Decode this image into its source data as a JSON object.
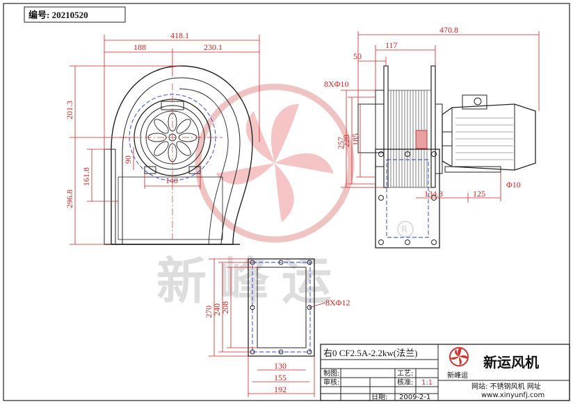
{
  "drawing_no": "编号: 20210520",
  "watermark": "新峰运",
  "dimensions": {
    "overall_width": "418.1",
    "left_width": "188",
    "right_width": "230.1",
    "upper_height": "201.3",
    "lower_height": "296.8",
    "outlet_offset": "161.8",
    "outlet_width": "90",
    "inlet_width": "140",
    "side_length": "470.8",
    "side_117": "117",
    "side_50": "50",
    "bolt_top": "8XΦ10",
    "h257": "257",
    "h220": "220",
    "h185": "185",
    "base_134": "134.3",
    "base_125": "125",
    "hole_base": "Φ10",
    "flange_270": "270",
    "flange_240": "240",
    "flange_208": "208",
    "flange_bolt": "8XΦ12",
    "flange_130": "130",
    "flange_155": "155",
    "flange_192": "192"
  },
  "title_block": {
    "model": "右0 CF2.5A-2.2kw(法兰)",
    "logo_text": "新峰运",
    "company": "新运风机",
    "labels": {
      "drawn": "制图:",
      "checked": "审核:",
      "date_label": "日期:",
      "process": "工艺:",
      "ratio_label": "核准:",
      "website": "网站: 不锈钢风机 网址"
    },
    "scale": "1:1",
    "date": "2009-2-1",
    "url": "www.xinyunfj.com"
  }
}
